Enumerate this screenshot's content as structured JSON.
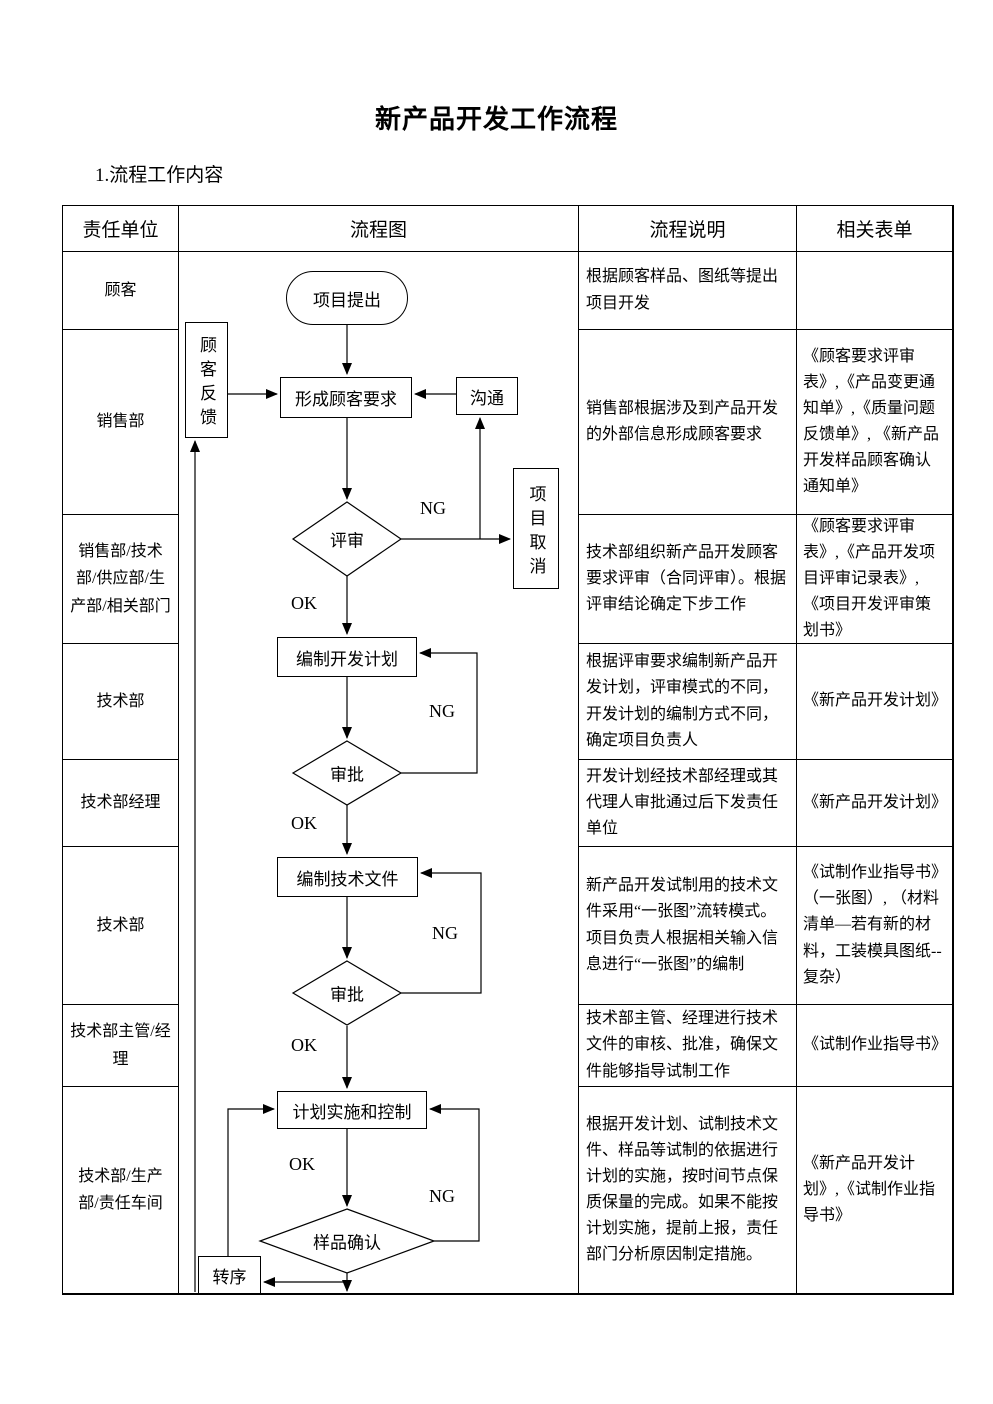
{
  "page": {
    "title": "新产品开发工作流程",
    "section_heading": "1.流程工作内容"
  },
  "table": {
    "headers": [
      "责任单位",
      "流程图",
      "流程说明",
      "相关表单"
    ],
    "rows": [
      {
        "unit": "顾客",
        "description": "根据顾客样品、图纸等提出项目开发",
        "forms": ""
      },
      {
        "unit": "销售部",
        "description": "销售部根据涉及到产品开发的外部信息形成顾客要求",
        "forms": "《顾客要求评审表》,《产品变更通知单》,《质量问题反馈单》, 《新产品开发样品顾客确认通知单》"
      },
      {
        "unit": "销售部/技术部/供应部/生产部/相关部门",
        "description": "技术部组织新产品开发顾客要求评审（合同评审）。根据评审结论确定下步工作",
        "forms": "《顾客要求评审表》,《产品开发项目评审记录表》, 《项目开发评审策划书》"
      },
      {
        "unit": "技术部",
        "description": "根据评审要求编制新产品开发计划，评审模式的不同，开发计划的编制方式不同，确定项目负责人",
        "forms": "《新产品开发计划》"
      },
      {
        "unit": "技术部经理",
        "description": "开发计划经技术部经理或其代理人审批通过后下发责任单位",
        "forms": "《新产品开发计划》"
      },
      {
        "unit": "技术部",
        "description": "新产品开发试制用的技术文件采用“一张图”流转模式。项目负责人根据相关输入信息进行“一张图”的编制",
        "forms": "《试制作业指导书》（一张图）, （材料清单—若有新的材料，工装模具图纸--复杂）"
      },
      {
        "unit": "技术部主管/经理",
        "description": "技术部主管、经理进行技术文件的审核、批准，确保文件能够指导试制工作",
        "forms": "《试制作业指导书》"
      },
      {
        "unit": "技术部/生产部/责任车间",
        "description": "根据开发计划、试制技术文件、样品等试制的依据进行计划的实施，按时间节点保质保量的完成。如果不能按计划实施，提前上报，责任部门分析原因制定措施。",
        "forms": "《新产品开发计划》,《试制作业指导书》"
      }
    ]
  },
  "flowchart": {
    "nodes": {
      "start": "项目提出",
      "customer_feedback": "顾客反馈",
      "form_requirements": "形成顾客要求",
      "communicate": "沟通",
      "review": "评审",
      "project_cancel": "项目取消",
      "make_dev_plan": "编制开发计划",
      "approve1": "审批",
      "make_tech_docs": "编制技术文件",
      "approve2": "审批",
      "plan_execute": "计划实施和控制",
      "sample_confirm": "样品确认",
      "transfer": "转序"
    },
    "labels": {
      "ok": "OK",
      "ng": "NG"
    }
  }
}
